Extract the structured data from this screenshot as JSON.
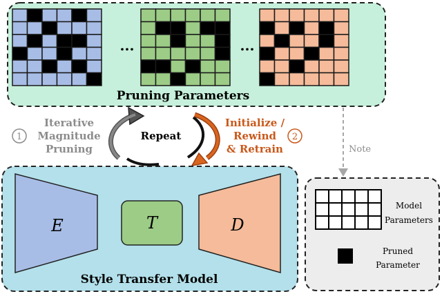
{
  "pruning_section": {
    "title": "Pruning Parameters",
    "ellipsis": "...",
    "grids": [
      {
        "color": "#a7bde6",
        "mask": [
          [
            0,
            1,
            0,
            0,
            1,
            0
          ],
          [
            0,
            0,
            1,
            0,
            0,
            0
          ],
          [
            0,
            1,
            0,
            1,
            1,
            0
          ],
          [
            1,
            0,
            0,
            1,
            0,
            0
          ],
          [
            0,
            0,
            1,
            0,
            1,
            0
          ],
          [
            0,
            0,
            0,
            0,
            0,
            1
          ]
        ]
      },
      {
        "color": "#9ccc86",
        "mask": [
          [
            0,
            0,
            0,
            0,
            0,
            0
          ],
          [
            0,
            1,
            1,
            0,
            1,
            1
          ],
          [
            0,
            0,
            1,
            0,
            0,
            1
          ],
          [
            0,
            0,
            0,
            0,
            0,
            1
          ],
          [
            1,
            1,
            0,
            1,
            0,
            0
          ],
          [
            0,
            0,
            1,
            0,
            0,
            0
          ]
        ]
      },
      {
        "color": "#f5bb9a",
        "mask": [
          [
            0,
            0,
            0,
            0,
            0,
            0
          ],
          [
            1,
            0,
            1,
            0,
            1,
            0
          ],
          [
            0,
            1,
            0,
            0,
            1,
            0
          ],
          [
            1,
            0,
            0,
            1,
            0,
            0
          ],
          [
            0,
            0,
            1,
            0,
            0,
            0
          ],
          [
            1,
            0,
            0,
            0,
            0,
            0
          ]
        ]
      }
    ]
  },
  "cycle": {
    "step1_number": "1",
    "step1_lines": [
      "Iterative",
      "Magnitude",
      "Pruning"
    ],
    "repeat_label": "Repeat",
    "step2_number": "2",
    "step2_lines": [
      "Initialize /",
      "Rewind",
      "& Retrain"
    ]
  },
  "model": {
    "title": "Style Transfer Model",
    "encoder": "E",
    "transfer": "T",
    "decoder": "D",
    "colors": {
      "panel": "#b3e0ea",
      "encoder": "#a7bde6",
      "transfer": "#9ccc86",
      "decoder": "#f5bb9a"
    }
  },
  "note": {
    "label": "Note",
    "model_parameters_lines": [
      "Model",
      "Parameters"
    ],
    "pruned_parameter_lines": [
      "Pruned",
      "Parameter"
    ]
  },
  "colors": {
    "pruning_panel": "#c6f0db",
    "step1_color": "#8c8c8c",
    "step2_color": "#c8581a",
    "note_panel": "#ededed"
  }
}
